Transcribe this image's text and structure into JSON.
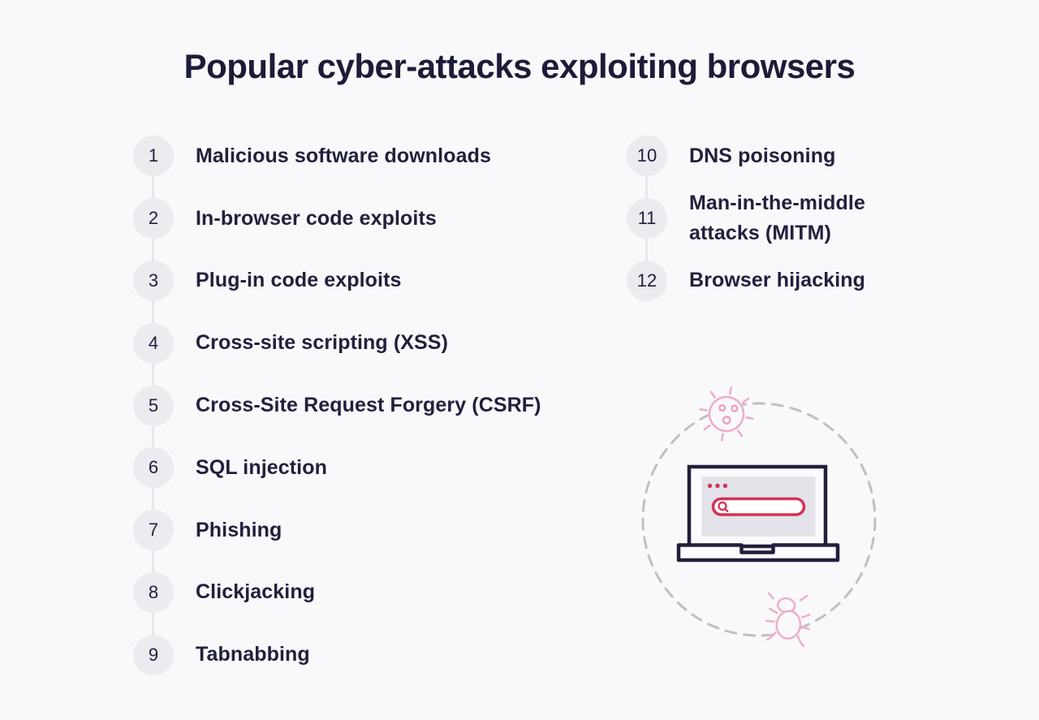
{
  "title": "Popular cyber-attacks exploiting browsers",
  "list": {
    "left": [
      {
        "number": "1",
        "label": "Malicious software downloads"
      },
      {
        "number": "2",
        "label": "In-browser code exploits"
      },
      {
        "number": "3",
        "label": "Plug-in code exploits"
      },
      {
        "number": "4",
        "label": "Cross-site scripting (XSS)"
      },
      {
        "number": "5",
        "label": "Cross-Site Request Forgery (CSRF)"
      },
      {
        "number": "6",
        "label": "SQL injection"
      },
      {
        "number": "7",
        "label": "Phishing"
      },
      {
        "number": "8",
        "label": "Clickjacking"
      },
      {
        "number": "9",
        "label": "Tabnabbing"
      }
    ],
    "right": [
      {
        "number": "10",
        "label": "DNS poisoning"
      },
      {
        "number": "11",
        "label": "Man-in-the-middle attacks (MITM)"
      },
      {
        "number": "12",
        "label": "Browser hijacking"
      }
    ]
  },
  "illustration": {
    "icons": [
      "dashed-circle",
      "virus-icon",
      "laptop-icon",
      "browser-window",
      "search-icon",
      "bug-icon"
    ]
  },
  "colors": {
    "background": "#f9f9fb",
    "text_navy": "#21213d",
    "title_navy": "#1c1c38",
    "laptop_navy": "#20203c",
    "accent_red": "#d23457",
    "icon_pink": "#f1aec3",
    "number_circle_gray": "#ebebf0",
    "connector_gray": "#e6e6ec",
    "dashed_circle_gray": "#bfbfc7",
    "browser_gray": "#e3e3e9"
  }
}
